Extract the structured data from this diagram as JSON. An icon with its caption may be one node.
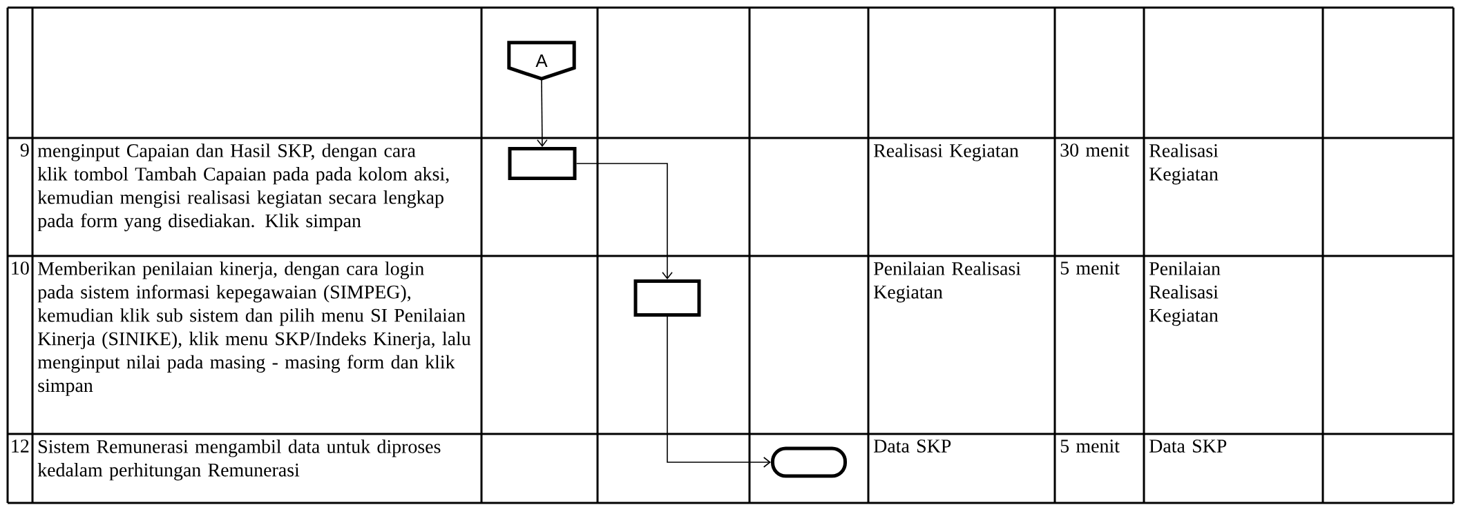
{
  "diagram": {
    "nodes": [
      {
        "text": [
          "A"
        ]
      },
      {
        "text": [],
        "shape": "box"
      },
      {
        "text": [],
        "shape": "box"
      },
      {
        "text": [],
        "shape": "terminator"
      }
    ],
    "edges": [
      {
        "from": 0,
        "to": 1,
        "arrow": "to"
      },
      {
        "from": 1,
        "to": 2,
        "arrow": "to"
      },
      {
        "from": 2,
        "to": 3,
        "arrow": "to"
      }
    ],
    "labels": [
      "9",
      "menginput Capaian dan Hasil SKP, dengan cara klik tombol Tambah Capaian pada pada kolom aksi, kemudian mengisi realisasi kegiatan secara lengkap pada form yang disediakan. Klik simpan",
      "Realisasi Kegiatan",
      "30 menit",
      "Realisasi Kegiatan",
      "10",
      "Memberikan penilaian kinerja, dengan cara login pada sistem informasi kepegawaian (SIMPEG), kemudian klik sub sistem dan pilih menu SI Penilaian Kinerja (SINIKE), klik menu SKP/Indeks Kinerja, lalu menginput nilai pada masing - masing form dan klik simpan",
      "Penilaian Realisasi Kegiatan",
      "5 menit",
      "Penilaian Realisasi Kegiatan",
      "12",
      "Sistem Remunerasi mengambil data untuk diproses kedalam perhitungan Remunerasi",
      "Data SKP",
      "5 menit",
      "Data SKP"
    ]
  }
}
